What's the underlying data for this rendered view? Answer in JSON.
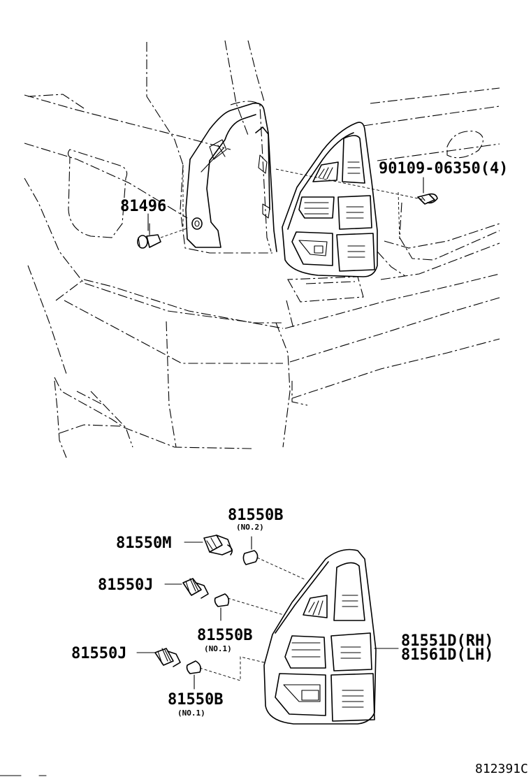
{
  "diagram": {
    "parts": {
      "p81496": "81496",
      "p90109": "90109-06350(4)",
      "p81550B_top": "81550B",
      "p81550B_top_note": "(NO.2)",
      "p81550M": "81550M",
      "p81550J_a": "81550J",
      "p81550B_mid": "81550B",
      "p81550B_mid_note": "(NO.1)",
      "p81550J_b": "81550J",
      "p81550B_bot": "81550B",
      "p81550B_bot_note": "(NO.1)",
      "p81551D": "81551D(RH)",
      "p81561D": "81561D(LH)"
    },
    "figure_ref": "812391C"
  }
}
